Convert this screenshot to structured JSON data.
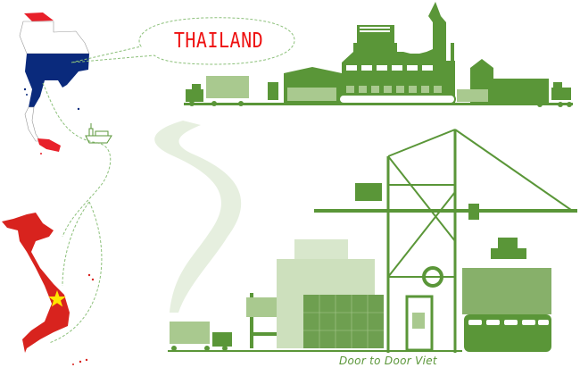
{
  "callout": {
    "country_label": "THAILAND"
  },
  "brand": {
    "tagline": "Door to Door Viet"
  },
  "maps": [
    {
      "name": "Thailand",
      "flag_colors": [
        "#e8202a",
        "#ffffff",
        "#0a2a7c"
      ]
    },
    {
      "name": "Vietnam",
      "flag_colors": [
        "#d8231e",
        "#ffe600"
      ]
    }
  ],
  "colors": {
    "accent_green": "#5a9638",
    "light_green": "#a9c98f",
    "road_green": "#e6efdf",
    "route_dash": "#8cc07a",
    "label_red": "#ee1111"
  },
  "scenes": {
    "origin": "factory-with-trucks",
    "destination": "port-with-crane-and-ship"
  }
}
